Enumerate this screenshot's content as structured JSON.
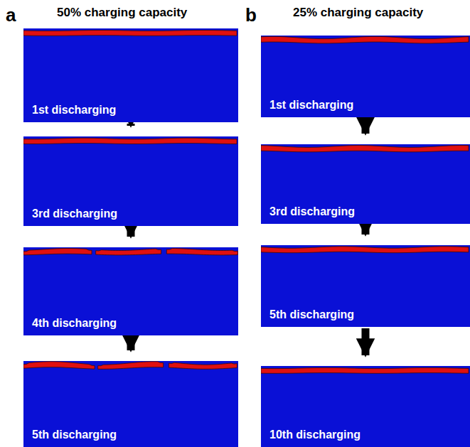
{
  "diagram": {
    "nodes": [
      {
        "text": [
          "1st discharging"
        ]
      },
      {
        "text": [
          "3rd  discharging"
        ]
      },
      {
        "text": [
          "4th discharging"
        ]
      },
      {
        "text": [
          "5th   discharging"
        ]
      },
      {
        "text": [
          "1st discharging"
        ]
      },
      {
        "text": [
          "3rd  discharging"
        ]
      },
      {
        "text": [
          "5th discharging"
        ]
      },
      {
        "text": [
          "10th discharging"
        ]
      }
    ],
    "edges": [
      {
        "from": 0,
        "to": 1,
        "arrow": "to"
      },
      {
        "from": 1,
        "to": 2,
        "arrow": "to"
      },
      {
        "from": 2,
        "to": 3,
        "arrow": "to"
      },
      {
        "from": 4,
        "to": 5,
        "arrow": "to"
      },
      {
        "from": 5,
        "to": 6,
        "arrow": "to"
      },
      {
        "from": 6,
        "to": 7,
        "arrow": "to"
      }
    ],
    "labels": [
      "a",
      "50% charging capacity",
      "b",
      "25% charging capacity"
    ]
  }
}
